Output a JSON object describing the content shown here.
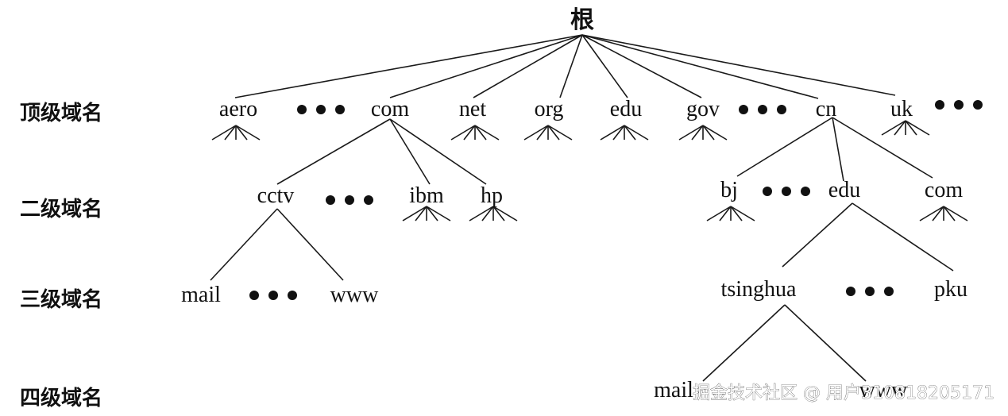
{
  "diagram": {
    "root": "根",
    "levels": [
      "顶级域名",
      "二级域名",
      "三级域名",
      "四级域名"
    ],
    "nodes": [
      {
        "id": "aero",
        "label": "aero"
      },
      {
        "id": "com",
        "label": "com"
      },
      {
        "id": "net",
        "label": "net"
      },
      {
        "id": "org",
        "label": "org"
      },
      {
        "id": "edu",
        "label": "edu"
      },
      {
        "id": "gov",
        "label": "gov"
      },
      {
        "id": "cn",
        "label": "cn"
      },
      {
        "id": "uk",
        "label": "uk"
      },
      {
        "id": "cctv",
        "label": "cctv"
      },
      {
        "id": "ibm",
        "label": "ibm"
      },
      {
        "id": "hp",
        "label": "hp"
      },
      {
        "id": "bj",
        "label": "bj"
      },
      {
        "id": "cn_edu",
        "label": "edu"
      },
      {
        "id": "cn_com",
        "label": "com"
      },
      {
        "id": "mail",
        "label": "mail"
      },
      {
        "id": "www",
        "label": "www"
      },
      {
        "id": "tsinghua",
        "label": "tsinghua"
      },
      {
        "id": "pku",
        "label": "pku"
      },
      {
        "id": "tsinghua_mail",
        "label": "mail"
      },
      {
        "id": "tsinghua_www",
        "label": "www"
      }
    ],
    "edges": [
      [
        "root",
        "aero"
      ],
      [
        "root",
        "com"
      ],
      [
        "root",
        "net"
      ],
      [
        "root",
        "org"
      ],
      [
        "root",
        "edu"
      ],
      [
        "root",
        "gov"
      ],
      [
        "root",
        "cn"
      ],
      [
        "root",
        "uk"
      ],
      [
        "com",
        "cctv"
      ],
      [
        "com",
        "ibm"
      ],
      [
        "com",
        "hp"
      ],
      [
        "cn",
        "bj"
      ],
      [
        "cn",
        "cn_edu"
      ],
      [
        "cn",
        "cn_com"
      ],
      [
        "cctv",
        "mail"
      ],
      [
        "cctv",
        "www"
      ],
      [
        "cn_edu",
        "tsinghua"
      ],
      [
        "cn_edu",
        "pku"
      ],
      [
        "tsinghua",
        "tsinghua_mail"
      ],
      [
        "tsinghua",
        "tsinghua_www"
      ]
    ]
  },
  "watermark": "掘金技术社区 @ 用户310818205171"
}
